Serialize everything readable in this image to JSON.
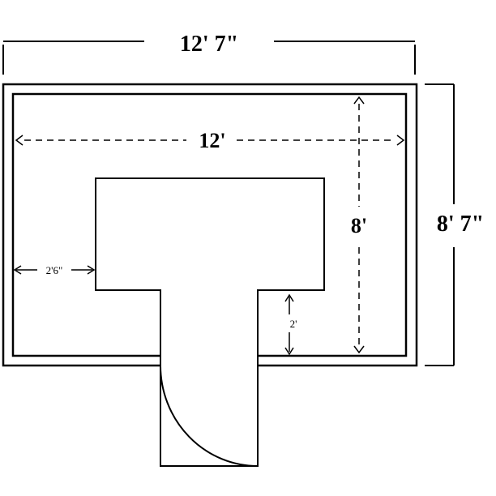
{
  "labels": {
    "overall_width": "12' 7\"",
    "overall_depth": "8' 7\"",
    "inner_width": "12'",
    "inner_depth": "8'",
    "side_clearance": "2'6\"",
    "front_clearance": "2'"
  },
  "colors": {
    "line": "#000000",
    "background": "#ffffff"
  }
}
